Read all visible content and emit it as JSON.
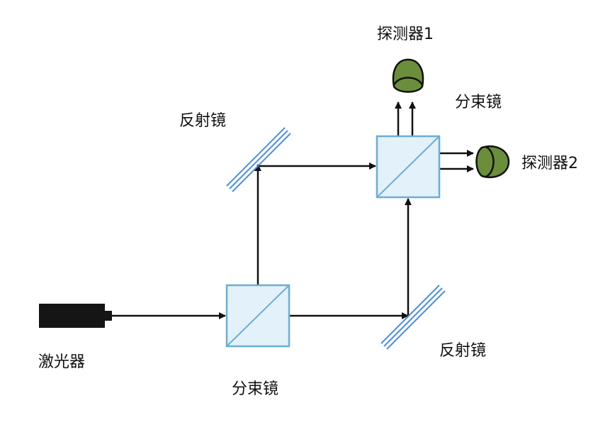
{
  "labels": {
    "laser": "激光器",
    "beamsplitter_1": "分束镜",
    "beamsplitter_2": "分束镜",
    "mirror_1": "反射镜",
    "mirror_2": "反射镜",
    "detector_1": "探测器1",
    "detector_2": "探测器2"
  },
  "colors": {
    "beam": "#111111",
    "splitter_fill": "#e3f1fb",
    "splitter_edge": "#6aaed6",
    "mirror": "#4a90e2",
    "detector_fill": "#6b8e3a",
    "laser_body": "#151515"
  }
}
